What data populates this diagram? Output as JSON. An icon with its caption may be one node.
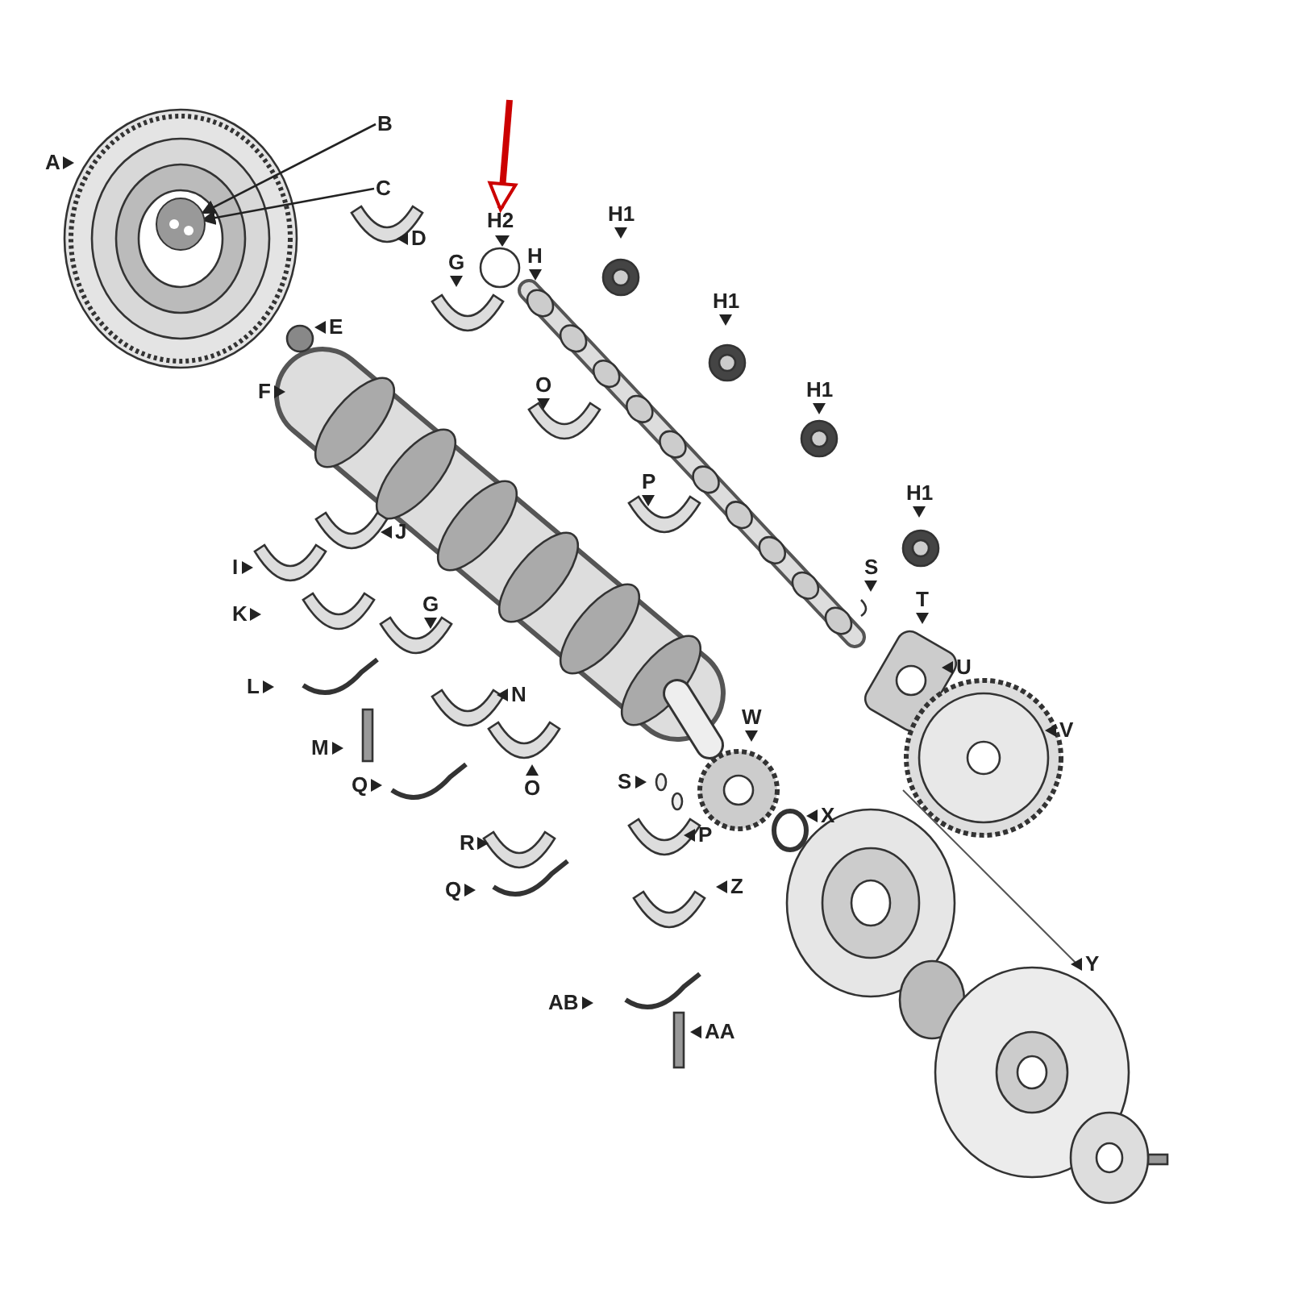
{
  "diagram": {
    "nodes": [
      {
        "text": [],
        "shape": "picture"
      },
      {
        "text": [
          "B"
        ]
      },
      {
        "text": [
          "C"
        ]
      },
      {
        "text": [
          "H2"
        ]
      }
    ],
    "edges": [
      {
        "from": 1,
        "to": 0,
        "arrow": "to"
      },
      {
        "from": 2,
        "to": 0,
        "arrow": "to"
      },
      {
        "from": null,
        "to": 3,
        "arrow": "to",
        "style": "thick",
        "color": "#cc0000"
      }
    ],
    "labels": [
      "A",
      "D",
      "H1",
      "G",
      "H",
      "E",
      "H1",
      "F",
      "O",
      "H1",
      "P",
      "H1",
      "J",
      "I",
      "S",
      "K",
      "G",
      "T",
      "U",
      "L",
      "N",
      "W",
      "V",
      "M",
      "Q",
      "O",
      "S",
      "X",
      "P",
      "R",
      "Q",
      "Z",
      "Y",
      "AB",
      "AA"
    ]
  }
}
